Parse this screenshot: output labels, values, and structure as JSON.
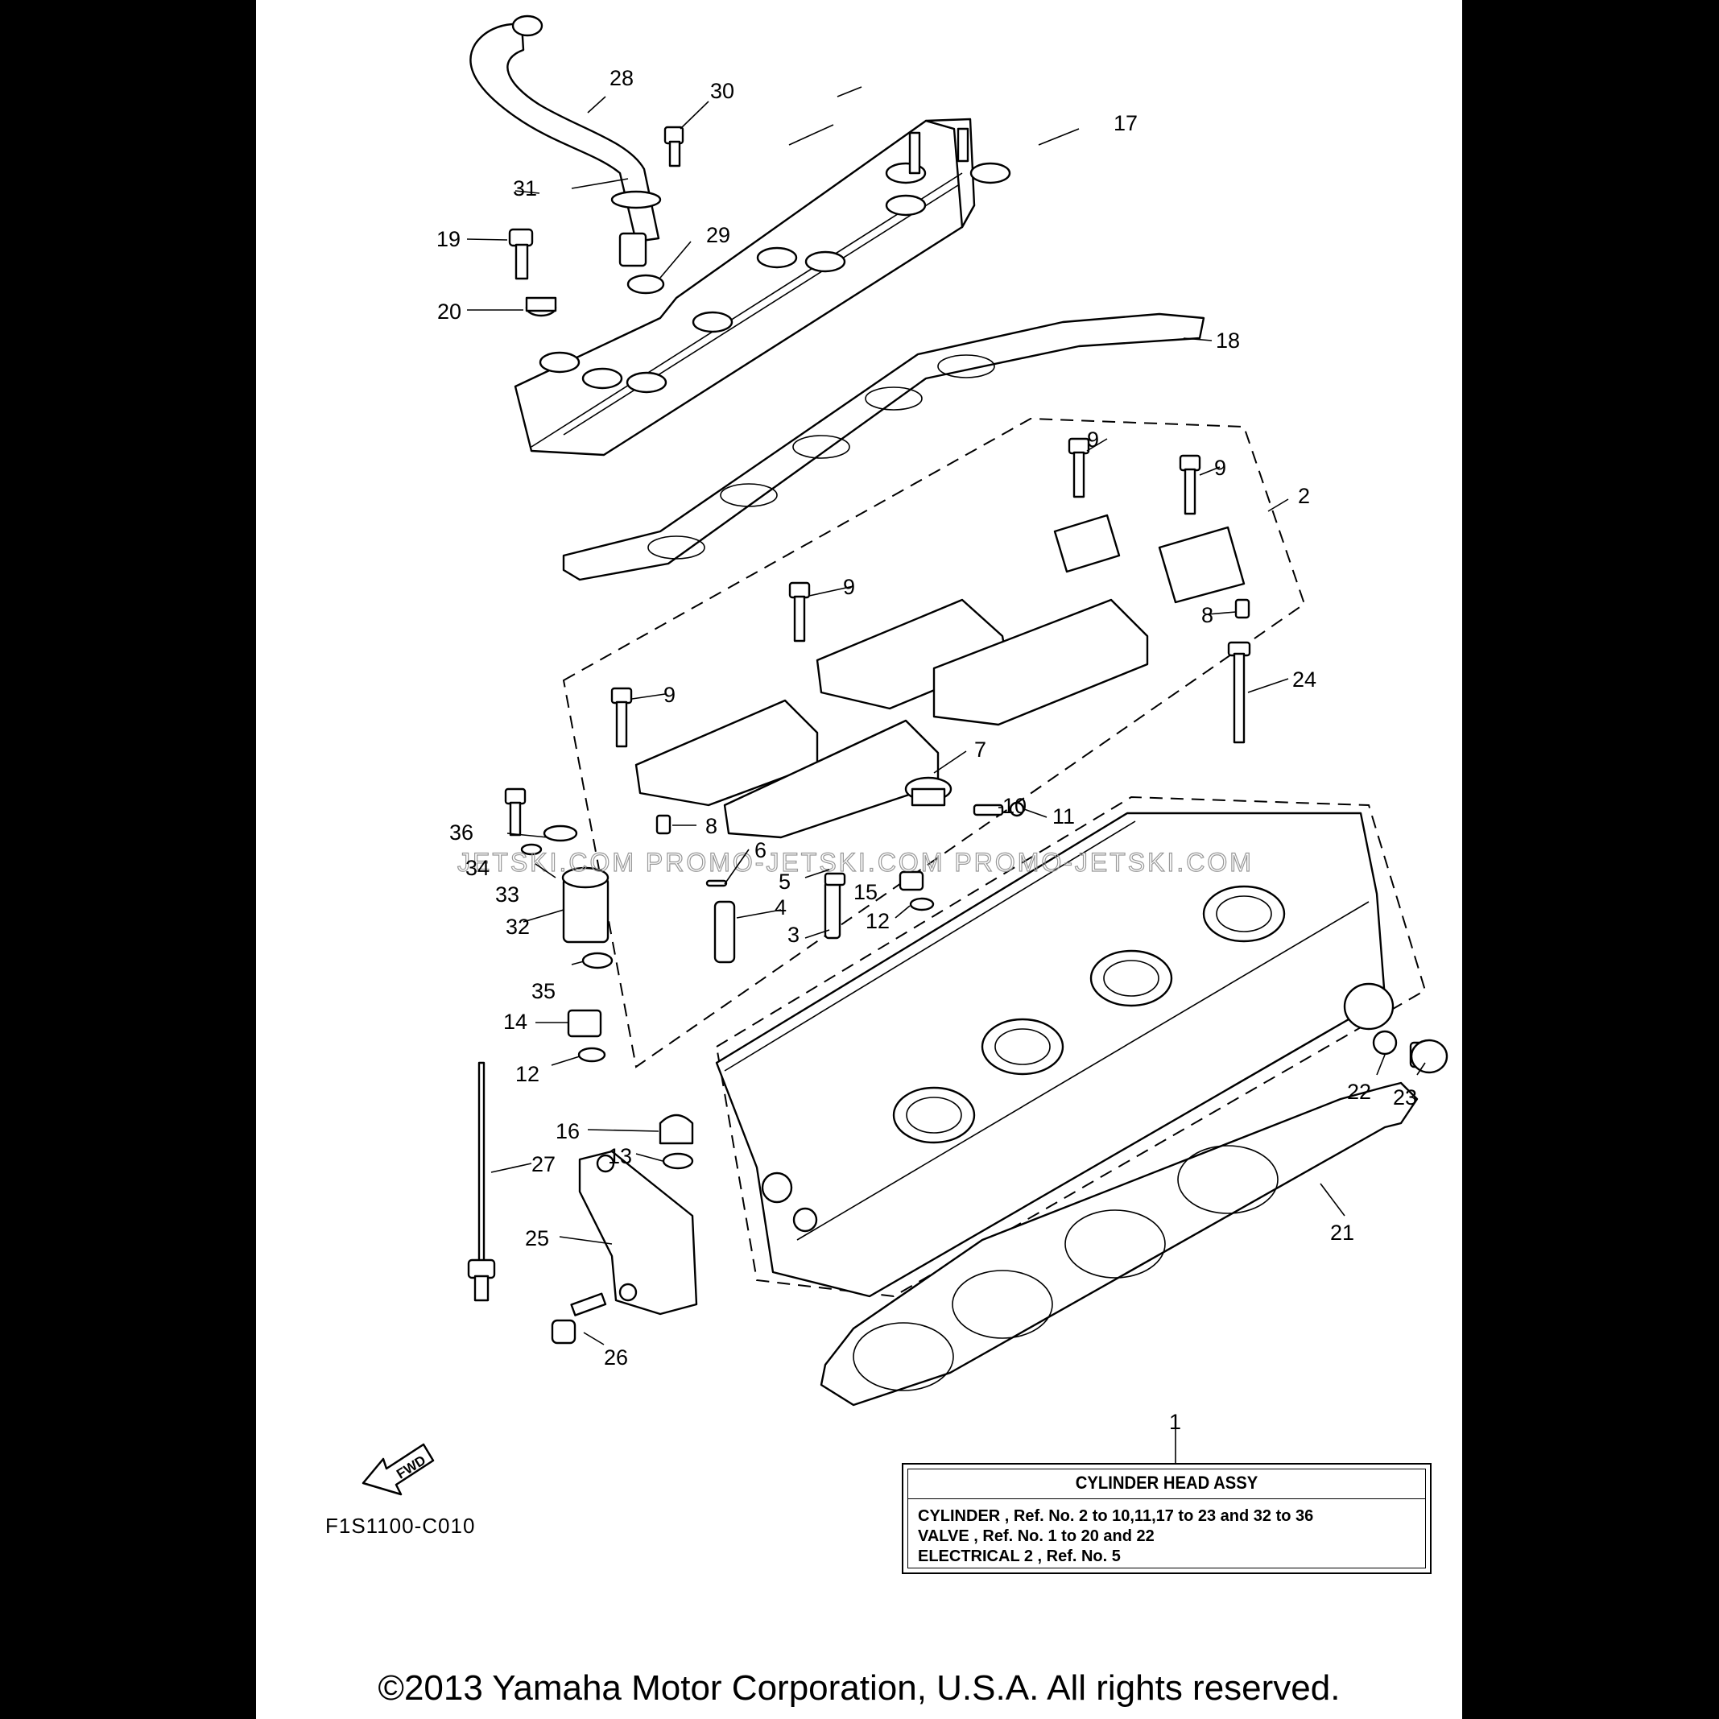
{
  "diagram": {
    "code": "F1S1100-C010",
    "fwd_label": "FWD",
    "watermark": "JETSKI.COM  PROMO-JETSKI.COM  PROMO-JETSKI.COM",
    "callouts": [
      "1",
      "2",
      "3",
      "4",
      "5",
      "6",
      "7",
      "8",
      "8",
      "9",
      "9",
      "9",
      "9",
      "10",
      "11",
      "12",
      "12",
      "13",
      "14",
      "15",
      "16",
      "17",
      "18",
      "19",
      "20",
      "21",
      "22",
      "23",
      "24",
      "25",
      "26",
      "27",
      "28",
      "29",
      "30",
      "31",
      "32",
      "33",
      "34",
      "35",
      "36"
    ]
  },
  "legend": {
    "title": "CYLINDER HEAD ASSY",
    "lines": [
      "CYLINDER , Ref. No. 2 to 10,11,17 to 23 and 32 to 36",
      "VALVE , Ref. No. 1 to 20 and 22",
      "ELECTRICAL 2 , Ref. No. 5"
    ]
  },
  "footer": {
    "copyright": "©2013 Yamaha Motor Corporation, U.S.A. All rights reserved."
  }
}
